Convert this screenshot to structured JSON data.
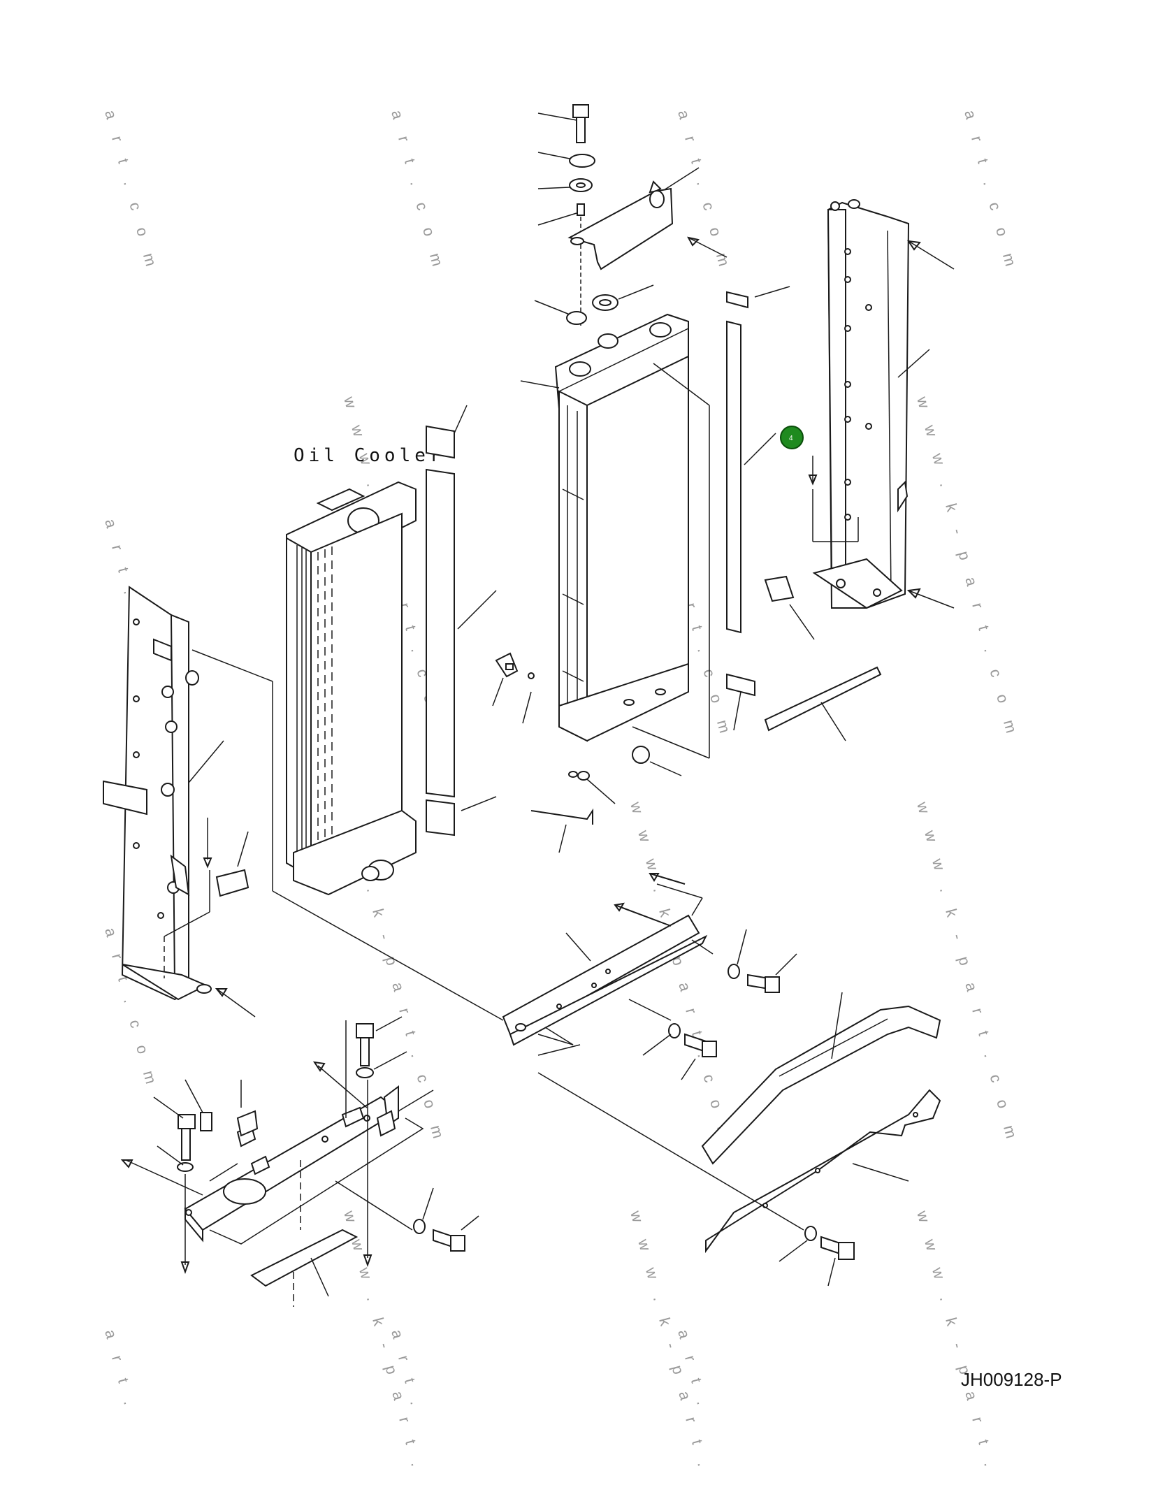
{
  "diagram": {
    "label_oil_cooler": "Oil Cooler",
    "drawing_code": "JH009128-P",
    "callout": {
      "number": "4",
      "color": "#1f8a1f"
    },
    "watermark_short": "a r t . c o m",
    "watermark_long": "w w w . k - p a r t . c o m",
    "watermark_tail": "w w w . k - p a r t .",
    "watermark_art": "a r t ."
  }
}
